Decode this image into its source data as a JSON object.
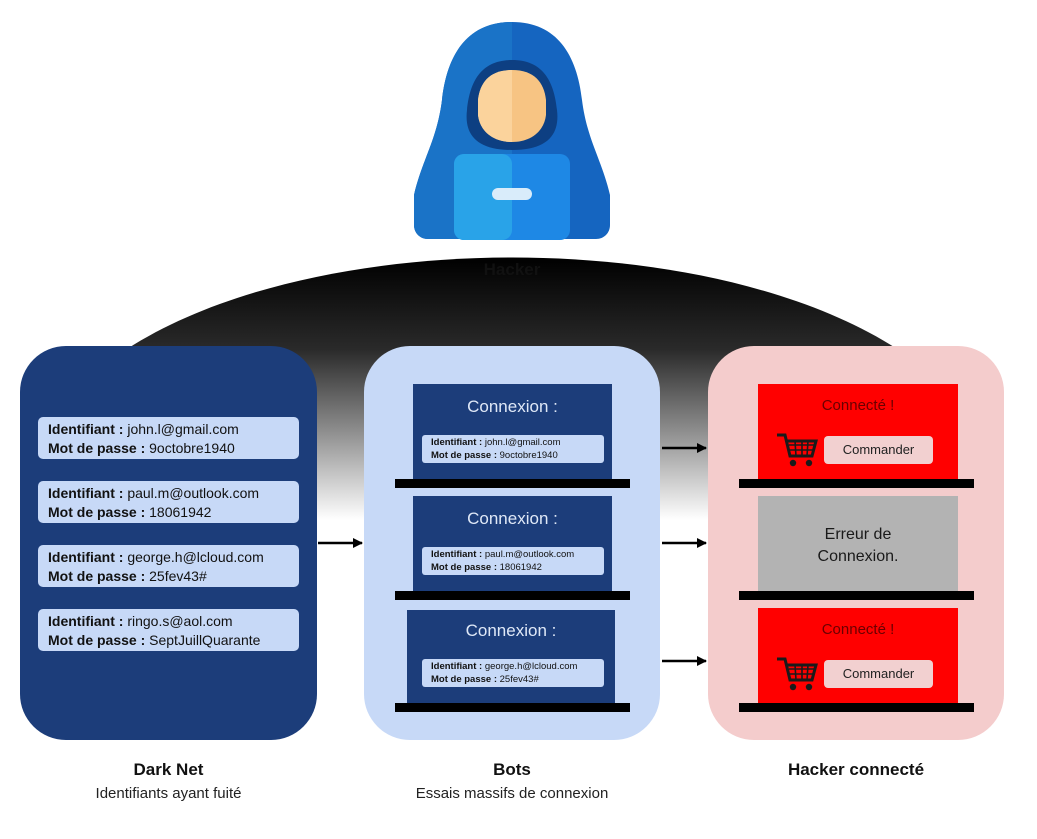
{
  "hacker": {
    "label": "Hacker"
  },
  "darknet": {
    "title": "Dark Net",
    "subtitle": "Identifiants ayant fuité",
    "id_label": "Identifiant :",
    "pw_label": "Mot de passe :",
    "credentials": [
      {
        "id": "john.l@gmail.com",
        "password": "9octobre1940"
      },
      {
        "id": "paul.m@outlook.com",
        "password": "18061942"
      },
      {
        "id": "george.h@lcloud.com",
        "password": "25fev43#"
      },
      {
        "id": "ringo.s@aol.com",
        "password": "SeptJuillQuarante"
      }
    ]
  },
  "bots": {
    "title": "Bots",
    "subtitle": "Essais massifs de connexion",
    "screen_title": "Connexion :",
    "attempts": [
      {
        "id": "john.l@gmail.com",
        "password": "9octobre1940"
      },
      {
        "id": "paul.m@outlook.com",
        "password": "18061942"
      },
      {
        "id": "george.h@lcloud.com",
        "password": "25fev43#"
      }
    ]
  },
  "connected": {
    "title": "Hacker connecté",
    "success_text": "Connecté !",
    "order_button": "Commander",
    "error_text_line1": "Erreur de",
    "error_text_line2": "Connexion."
  },
  "colors": {
    "dark_blue": "#1c3d7a",
    "light_blue": "#c7d9f7",
    "light_red": "#f4cccc",
    "red": "#ff0000",
    "grey": "#b3b3b3"
  }
}
